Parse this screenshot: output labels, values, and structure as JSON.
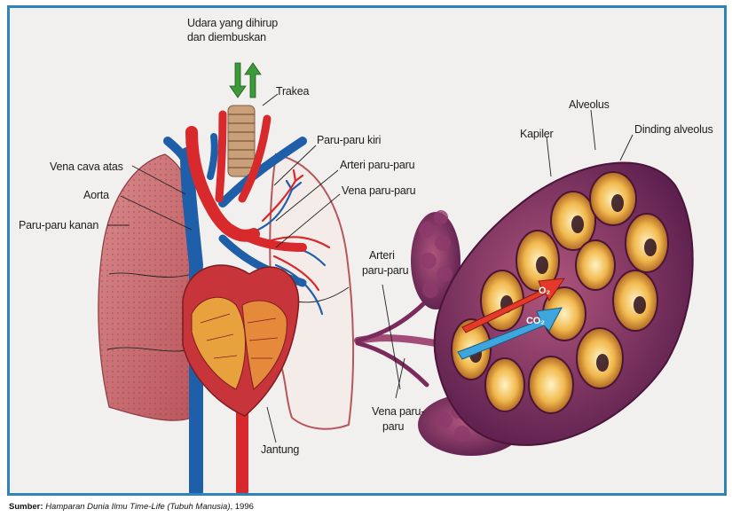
{
  "labels": {
    "air_line1": "Udara yang dihirup",
    "air_line2": "dan diembuskan",
    "trakea": "Trakea",
    "paru_kiri": "Paru-paru kiri",
    "arteri_paru_top": "Arteri paru-paru",
    "vena_paru_top": "Vena paru-paru",
    "vena_cava": "Vena cava atas",
    "aorta": "Aorta",
    "paru_kanan": "Paru-paru kanan",
    "arteri_paru_mid_1": "Arteri",
    "arteri_paru_mid_2": "paru-paru",
    "vena_paru_bot_1": "Vena paru-",
    "vena_paru_bot_2": "paru",
    "jantung": "Jantung",
    "kapiler": "Kapiler",
    "alveolus": "Alveolus",
    "dinding": "Dinding alveolus",
    "o2": "O₂",
    "co2": "CO₂"
  },
  "caption": {
    "prefix": "Sumber:",
    "source": "Hamparan Dunia Ilmu Time-Life (Tubuh Manusia)",
    "year": ", 1996"
  },
  "colors": {
    "frame": "#2e84b8",
    "arterial": "#d8292c",
    "venous": "#1f5ea8",
    "lung": "#c95b62",
    "alveolus_wall": "#7a2b5c",
    "alveolus_inside": "#f3c25a"
  },
  "icons": [
    "arrow-down-icon",
    "arrow-up-icon"
  ]
}
